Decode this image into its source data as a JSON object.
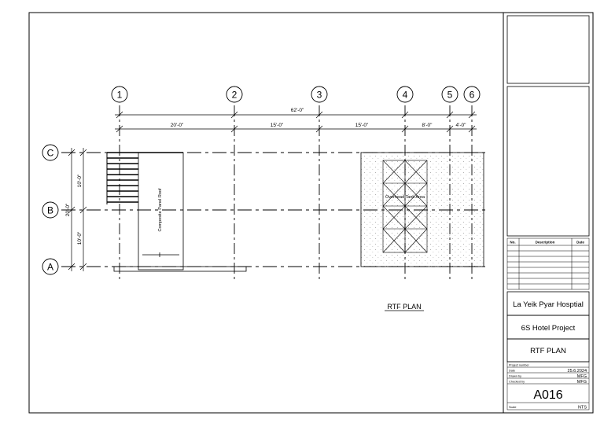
{
  "drawing": {
    "grid_columns": [
      "1",
      "2",
      "3",
      "4",
      "5",
      "6"
    ],
    "grid_rows": [
      "C",
      "B",
      "A"
    ],
    "overall_dimension": "62'-0\"",
    "column_spacing": [
      "20'-0\"",
      "15'-0\"",
      "15'-0\"",
      "8'-0\"",
      "4'-0\""
    ],
    "row_spacing": [
      "10'-0\"",
      "10'-0\""
    ],
    "row_overall": "20'-0\"",
    "roof_label": "Composite Panel Roof",
    "tank_label": "Overhead Tank Area",
    "view_title": "RTF PLAN"
  },
  "title_block": {
    "rev_headers": {
      "no": "No.",
      "description": "Description",
      "date": "Date"
    },
    "client": "La Yeik Pyar Hosptial",
    "project": "6S Hotel Project",
    "sheet_name": "RTF PLAN",
    "project_number_label": "Project number",
    "date_label": "Date",
    "date_value": "25.6.2024",
    "drawn_by_label": "Drawn by",
    "drawn_by_value": "MFG",
    "checked_by_label": "Checked by",
    "checked_by_value": "MFG",
    "sheet_number": "A016",
    "scale_label": "Scale",
    "scale_value": "NTS"
  }
}
